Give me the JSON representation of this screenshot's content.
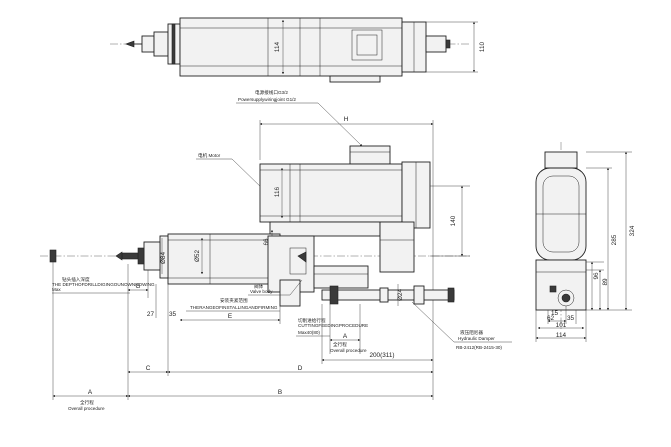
{
  "top_view": {
    "dim_114": "114",
    "dim_110": "110"
  },
  "side_view": {
    "power_label_cn": "电源接线口G3/2",
    "power_label_en": "Powersupplywiringjoint G1/2",
    "motor_label": "电机 Motor",
    "dim_H": "H",
    "dim_116": "116",
    "dim_140": "140",
    "dim_66": "66",
    "dim_84": "Ø84",
    "dim_52": "Ø52",
    "dim_24": "Ø24",
    "drill_label_cn": "钻头插入深度",
    "drill_label_en": "THE DEPTHOFDRILLDIGINGOUNOWNNOWING",
    "drill_label_tag": "Max",
    "dim_G": "G",
    "install_label_cn": "安装夹紧范围",
    "install_label_en": "THERANGEOFINSTALLINGANDFIRMING",
    "dim_27": "27",
    "dim_35": "35",
    "dim_E": "E",
    "valve_body_cn": "阀体",
    "valve_body_en": "Valve body",
    "cutting_label_cn": "切削进给行程",
    "cutting_label_en": "CUTTINGFEEDINGPROCEDURE",
    "cutting_max": "Max40(80)",
    "dim_A_inner": "A",
    "overall_inner_cn": "全行程",
    "overall_inner_en": "Overall procedure",
    "dim_200": "200(311)",
    "damper_cn": "液压阻尼器",
    "damper_en": "Hydraulic Damper",
    "damper_model": "RB-2412(RB-2415-30)",
    "dim_C": "C",
    "dim_D": "D",
    "dim_A": "A",
    "overall_cn": "全行程",
    "overall_en": "Overall procedure",
    "dim_B": "B"
  },
  "end_view": {
    "dim_285": "285",
    "dim_324": "324",
    "dim_96": "96",
    "dim_89": "89",
    "dim_15": "15",
    "dim_62": "62",
    "dim_35": "35",
    "dim_101": "101",
    "dim_114": "114"
  }
}
